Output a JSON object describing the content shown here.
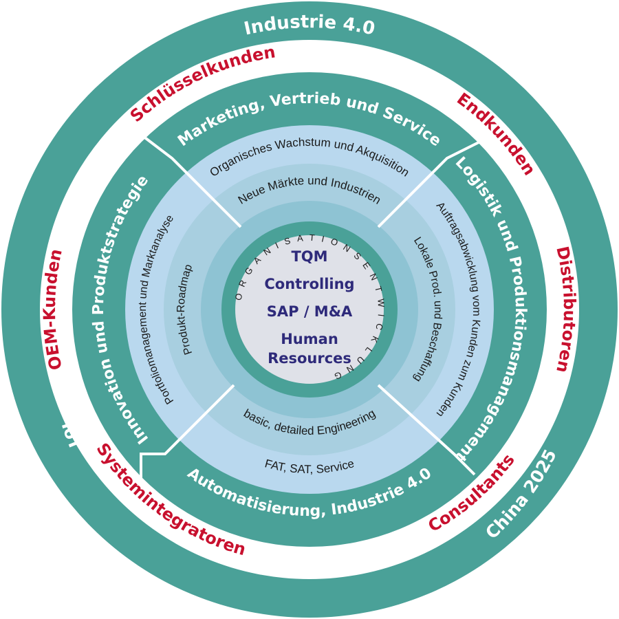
{
  "colors": {
    "teal": "#4aa198",
    "red": "#c8102e",
    "navy": "#2e2a7a",
    "light_blue": "#b9d8ee",
    "mid_blue": "#a8cfe0",
    "inner_blue": "#8ec3d3",
    "center_gray": "#dfe1e8"
  },
  "outer_ring": {
    "top": "Industrie 4.0",
    "bottom_right": "China 2025",
    "bottom_left": "IoT"
  },
  "customers": {
    "key_accounts": "Schlüsselkunden",
    "end_customers": "Endkunden",
    "oem": "OEM-Kunden",
    "distributors": "Distributoren",
    "integrators": "Systemintegratoren",
    "consultants": "Consultants"
  },
  "quadrants": {
    "top": {
      "outer": "Marketing, Vertrieb und Service",
      "mid": "Organisches Wachstum und Akquisition",
      "inner": "Neue Märkte und Industrien"
    },
    "right": {
      "outer": "Logistik und Produktionsmanagement",
      "mid": "Auftragsabwicklung vom Kunden zum Kunden",
      "inner": "Lokale Prod. und Beschaffung"
    },
    "bottom": {
      "outer": "Automatisierung, Industrie 4.0",
      "mid": "FAT, SAT, Service",
      "inner": "basic, detailed Engineering"
    },
    "left": {
      "outer": "Innovation und Produktstrategie",
      "mid": "Portfoliomanagement und Marktanalyse",
      "inner": "Produkt-Roadmap"
    }
  },
  "org_ring": "ORGANISATIONSENTWICKLUNG",
  "center": {
    "line1": "TQM",
    "line2": "Controlling",
    "line3": "SAP / M&A",
    "line4a": "Human",
    "line4b": "Resources"
  }
}
